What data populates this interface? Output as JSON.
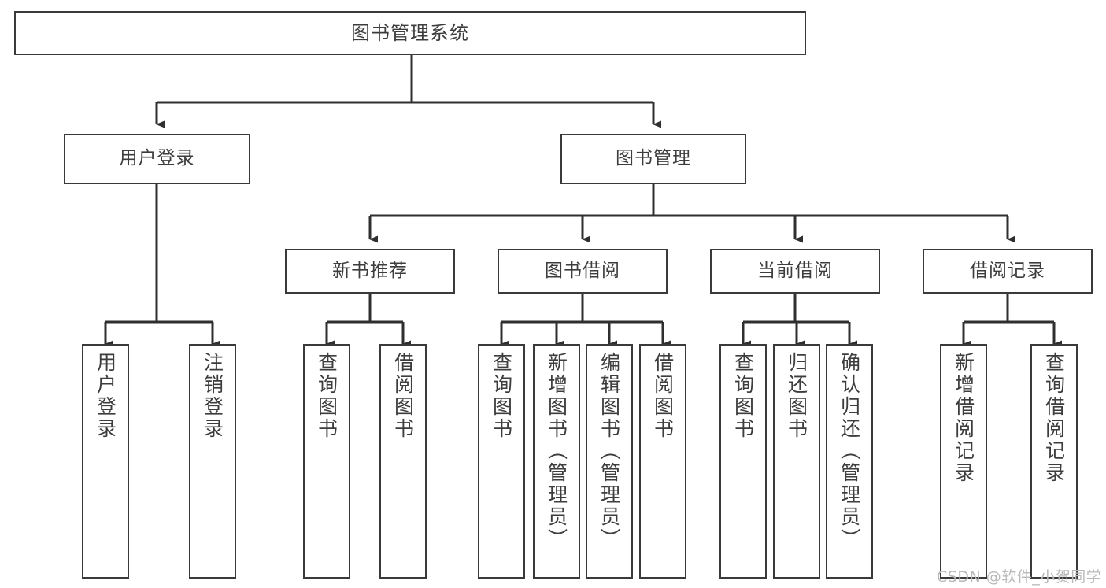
{
  "diagram": {
    "title": "图书管理系统",
    "type": "tree-hierarchy",
    "watermark": "CSDN @软件_小贺同学",
    "colors": {
      "box_border": "#3a3a3a",
      "box_fill": "#ffffff",
      "connector": "#2f2f2f",
      "text": "#3d3d3d",
      "watermark": "#b9b9b9",
      "background": "#ffffff"
    },
    "levels": {
      "root": {
        "label": "图书管理系统"
      },
      "level2": [
        {
          "label": "用户登录"
        },
        {
          "label": "图书管理"
        }
      ],
      "level3": [
        {
          "label": "新书推荐"
        },
        {
          "label": "图书借阅"
        },
        {
          "label": "当前借阅"
        },
        {
          "label": "借阅记录"
        }
      ],
      "leaves": [
        {
          "label": "用户登录",
          "parent": "用户登录"
        },
        {
          "label": "注销登录",
          "parent": "用户登录"
        },
        {
          "label": "查询图书",
          "parent": "新书推荐"
        },
        {
          "label": "借阅图书",
          "parent": "新书推荐"
        },
        {
          "label": "查询图书",
          "parent": "图书借阅"
        },
        {
          "label": "新增图书（管理员）",
          "parent": "图书借阅"
        },
        {
          "label": "编辑图书（管理员）",
          "parent": "图书借阅"
        },
        {
          "label": "借阅图书",
          "parent": "图书借阅"
        },
        {
          "label": "查询图书",
          "parent": "当前借阅"
        },
        {
          "label": "归还图书",
          "parent": "当前借阅"
        },
        {
          "label": "确认归还（管理员）",
          "parent": "当前借阅"
        },
        {
          "label": "新增借阅记录",
          "parent": "借阅记录"
        },
        {
          "label": "查询借阅记录",
          "parent": "借阅记录"
        }
      ]
    }
  }
}
